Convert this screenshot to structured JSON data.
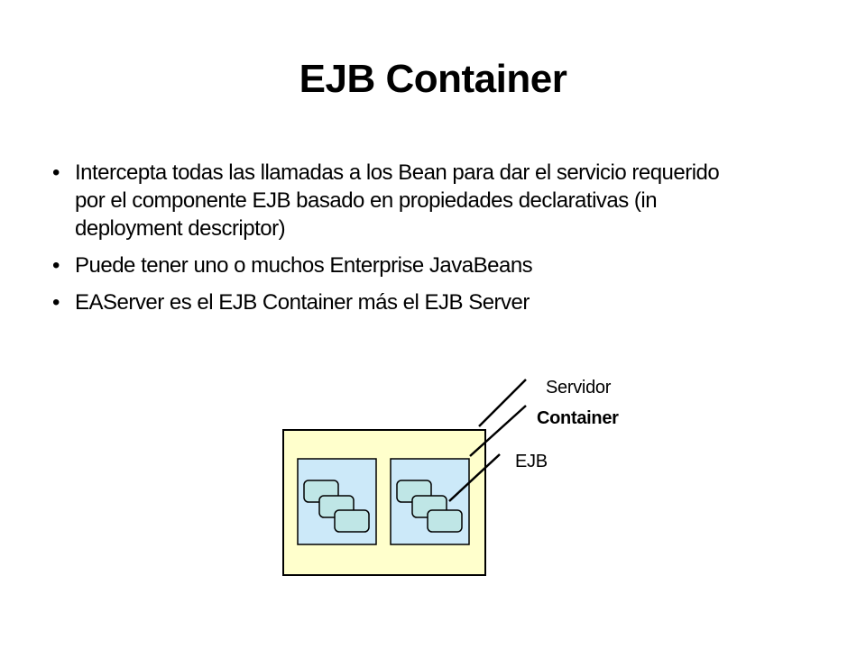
{
  "title": "EJB Container",
  "bullets": [
    "Intercepta todas las llamadas a los Bean para dar el servicio requerido por el componente EJB basado en propiedades declarativas (in deployment descriptor)",
    "Puede tener uno o muchos Enterprise JavaBeans",
    "EAServer es el EJB Container más el EJB Server"
  ],
  "bullet_glyph": "•",
  "diagram": {
    "labels": {
      "server": "Servidor",
      "container": "Container",
      "ejb": "EJB"
    },
    "colors": {
      "server_fill": "#ffffcc",
      "container_fill": "#cce9f9",
      "bean_fill": "#bfe6e6",
      "stroke": "#000000"
    }
  }
}
